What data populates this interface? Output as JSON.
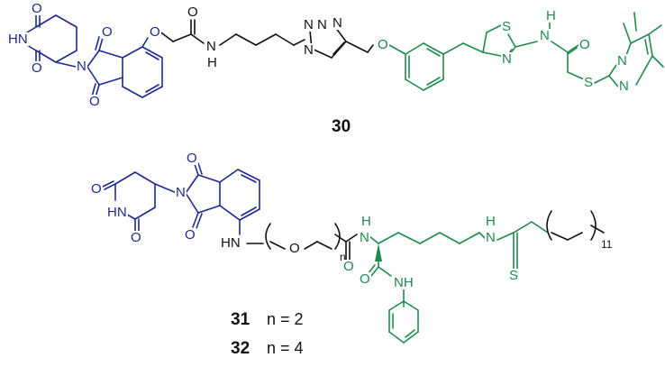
{
  "compounds": [
    {
      "number": "30",
      "caption": ""
    },
    {
      "number": "31",
      "caption": "n = 2"
    },
    {
      "number": "32",
      "caption": "n = 4"
    }
  ],
  "atom_labels": {
    "c30": {
      "o_top": "O",
      "hn": "HN",
      "o_bot": "O",
      "n_pht": "N",
      "o_pht_top": "O",
      "o_pht_bot": "O",
      "o_ether": "O",
      "o_amide": "O",
      "n_amide": "N",
      "h_amide": "H",
      "triazole_n1": "N",
      "triazole_n2": "N",
      "triazole_n3": "N",
      "triazole_eq": "N",
      "o_benzyl": "O",
      "s_thiazole": "S",
      "n_thiazole": "N",
      "h_nh": "H",
      "n_nh": "N",
      "o_acyl": "O",
      "n_pyr1": "N",
      "n_pyr2": "N",
      "s_link": "S"
    },
    "c31": {
      "o_pht_top": "O",
      "o_pht_bot": "O",
      "n_pht": "N",
      "o_glu1": "O",
      "hn_glu": "HN",
      "o_glu2": "O",
      "hn_aryl": "HN",
      "o_peg": "O",
      "n_sub": "n",
      "o_carb": "O",
      "h_nh1": "H",
      "n_nh1": "N",
      "o_amide2": "O",
      "nh_amide2": "NH",
      "h_nh2": "H",
      "n_nh2": "N",
      "s_thio": "S",
      "n11": "11"
    }
  }
}
